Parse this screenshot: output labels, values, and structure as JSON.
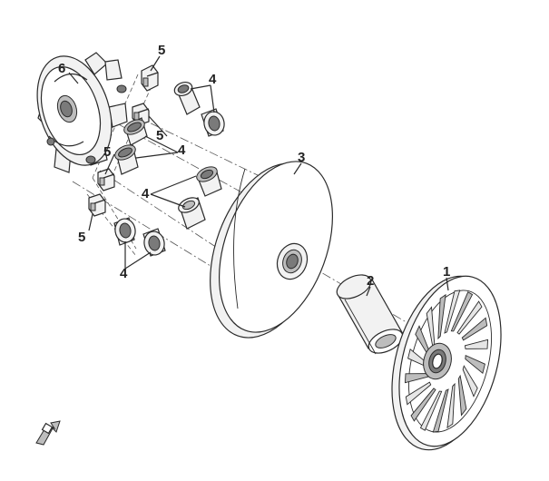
{
  "labels": {
    "p1": "1",
    "p2": "2",
    "p3": "3",
    "p4a": "4",
    "p4b": "4",
    "p4c": "4",
    "p4d": "4",
    "p5a": "5",
    "p5b": "5",
    "p5c": "5",
    "p5d": "5",
    "p6": "6"
  },
  "icons": {
    "orientation": "front-arrow-icon"
  }
}
